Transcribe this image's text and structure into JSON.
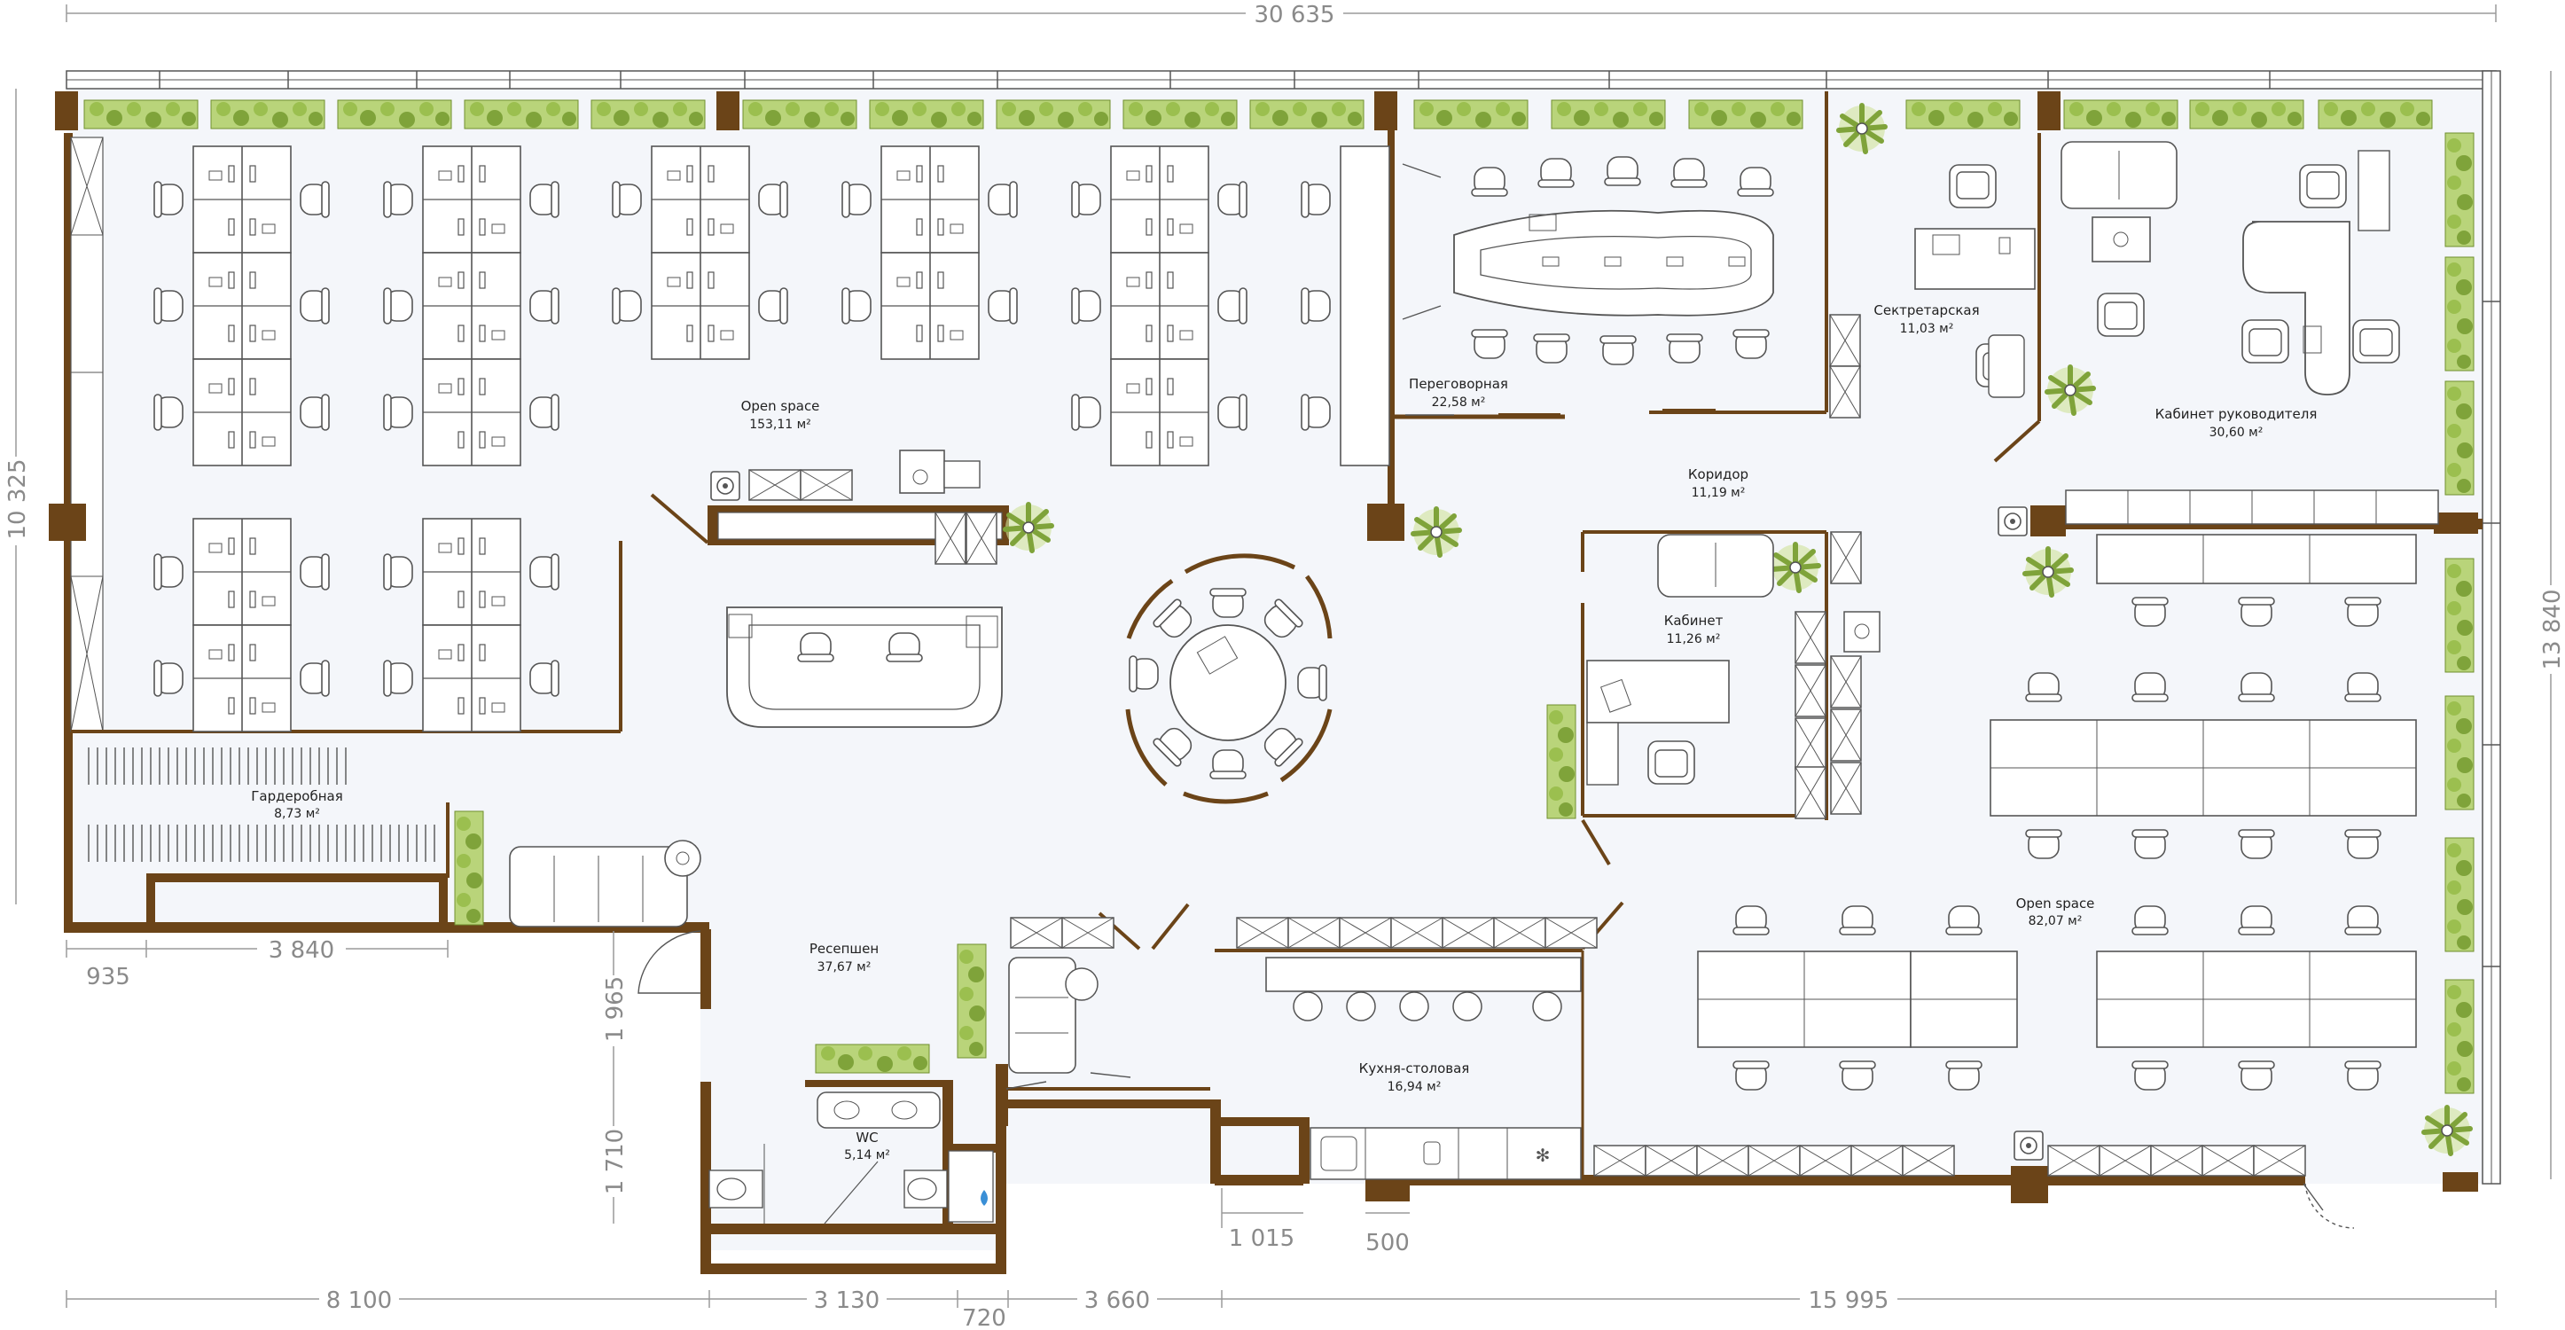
{
  "plan": {
    "colors": {
      "wall": "#6b4418",
      "floor": "#f4f6fa",
      "plant": "#9bbf4f",
      "plant_dark": "#6f8f2e",
      "furniture_stroke": "#555555",
      "dimension": "#8a8a8a"
    },
    "dimensions": {
      "total_width": "30 635",
      "total_height_left": "10 325",
      "total_height_right": "13 840",
      "wardrobe_offset": "935",
      "wardrobe_width": "3 840",
      "reception_door": "1 965",
      "wc_depth": "1 710",
      "kitchen_recess": "1 015",
      "column": "500",
      "bottom_left": "8 100",
      "bottom_wc": "3 130",
      "bottom_step": "720",
      "bottom_mid": "3 660",
      "bottom_right": "15 995"
    },
    "rooms": {
      "open_space_left": {
        "name": "Open space",
        "area": "153,11 м²"
      },
      "meeting_room": {
        "name": "Переговорная",
        "area": "22,58 м²"
      },
      "secretary": {
        "name": "Сектретарская",
        "area": "11,03 м²"
      },
      "director": {
        "name": "Кабинет руководителя",
        "area": "30,60 м²"
      },
      "corridor": {
        "name": "Коридор",
        "area": "11,19 м²"
      },
      "office": {
        "name": "Кабинет",
        "area": "11,26 м²"
      },
      "wardrobe": {
        "name": "Гардеробная",
        "area": "8,73 м²"
      },
      "reception": {
        "name": "Ресепшен",
        "area": "37,67 м²"
      },
      "wc": {
        "name": "WC",
        "area": "5,14 м²"
      },
      "kitchen": {
        "name": "Кухня-столовая",
        "area": "16,94 м²"
      },
      "open_space_right": {
        "name": "Open space",
        "area": "82,07 м²"
      }
    },
    "icons": [
      "plant-icon",
      "armchair-icon",
      "sofa-icon",
      "desk-icon",
      "printer-icon",
      "water-cooler-icon",
      "sink-icon",
      "toilet-icon",
      "refrigerator-icon",
      "door-icon"
    ]
  }
}
